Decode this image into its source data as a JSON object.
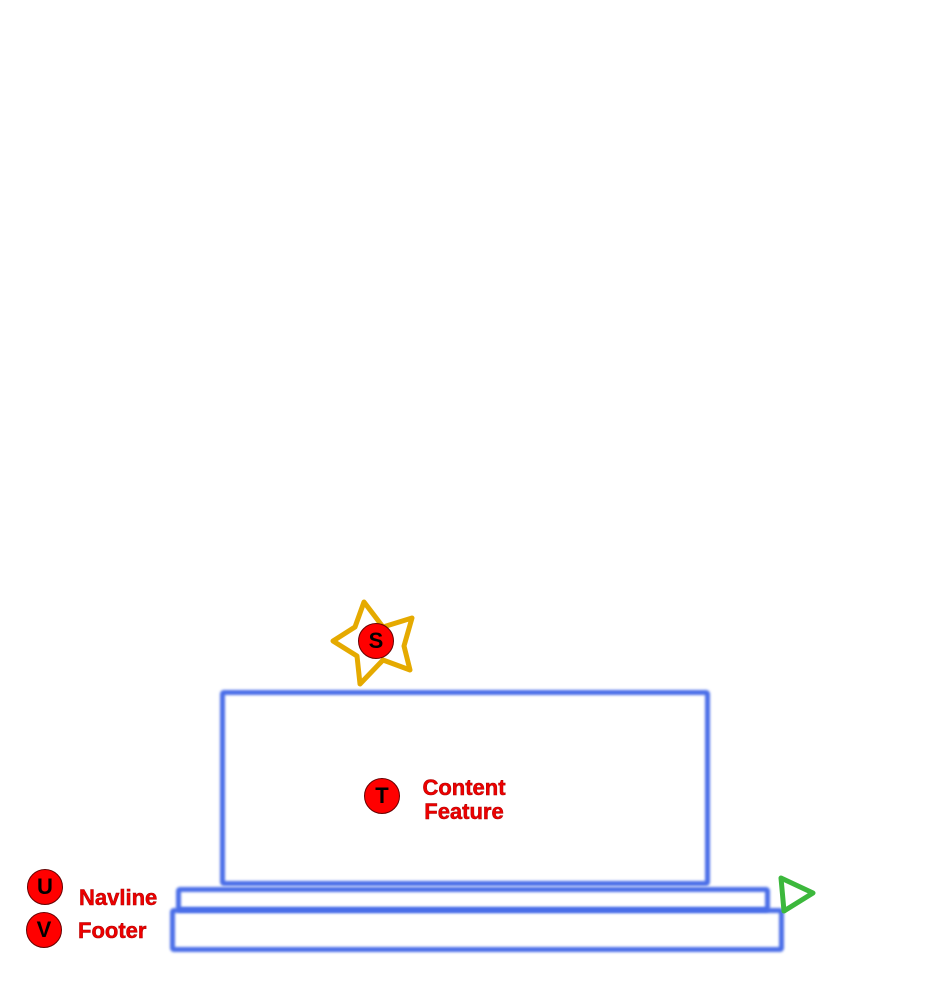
{
  "annotations": {
    "s": {
      "badge": "S"
    },
    "t": {
      "badge": "T",
      "label_line1": "Content",
      "label_line2": "Feature"
    },
    "u": {
      "badge": "U",
      "label": "Navline"
    },
    "v": {
      "badge": "V",
      "label": "Footer"
    }
  },
  "colors": {
    "wireframe": "#4a6ee8",
    "star": "#e5aa00",
    "arrow": "#3cb83c",
    "badge": "#ff0000",
    "label": "#e00000"
  }
}
